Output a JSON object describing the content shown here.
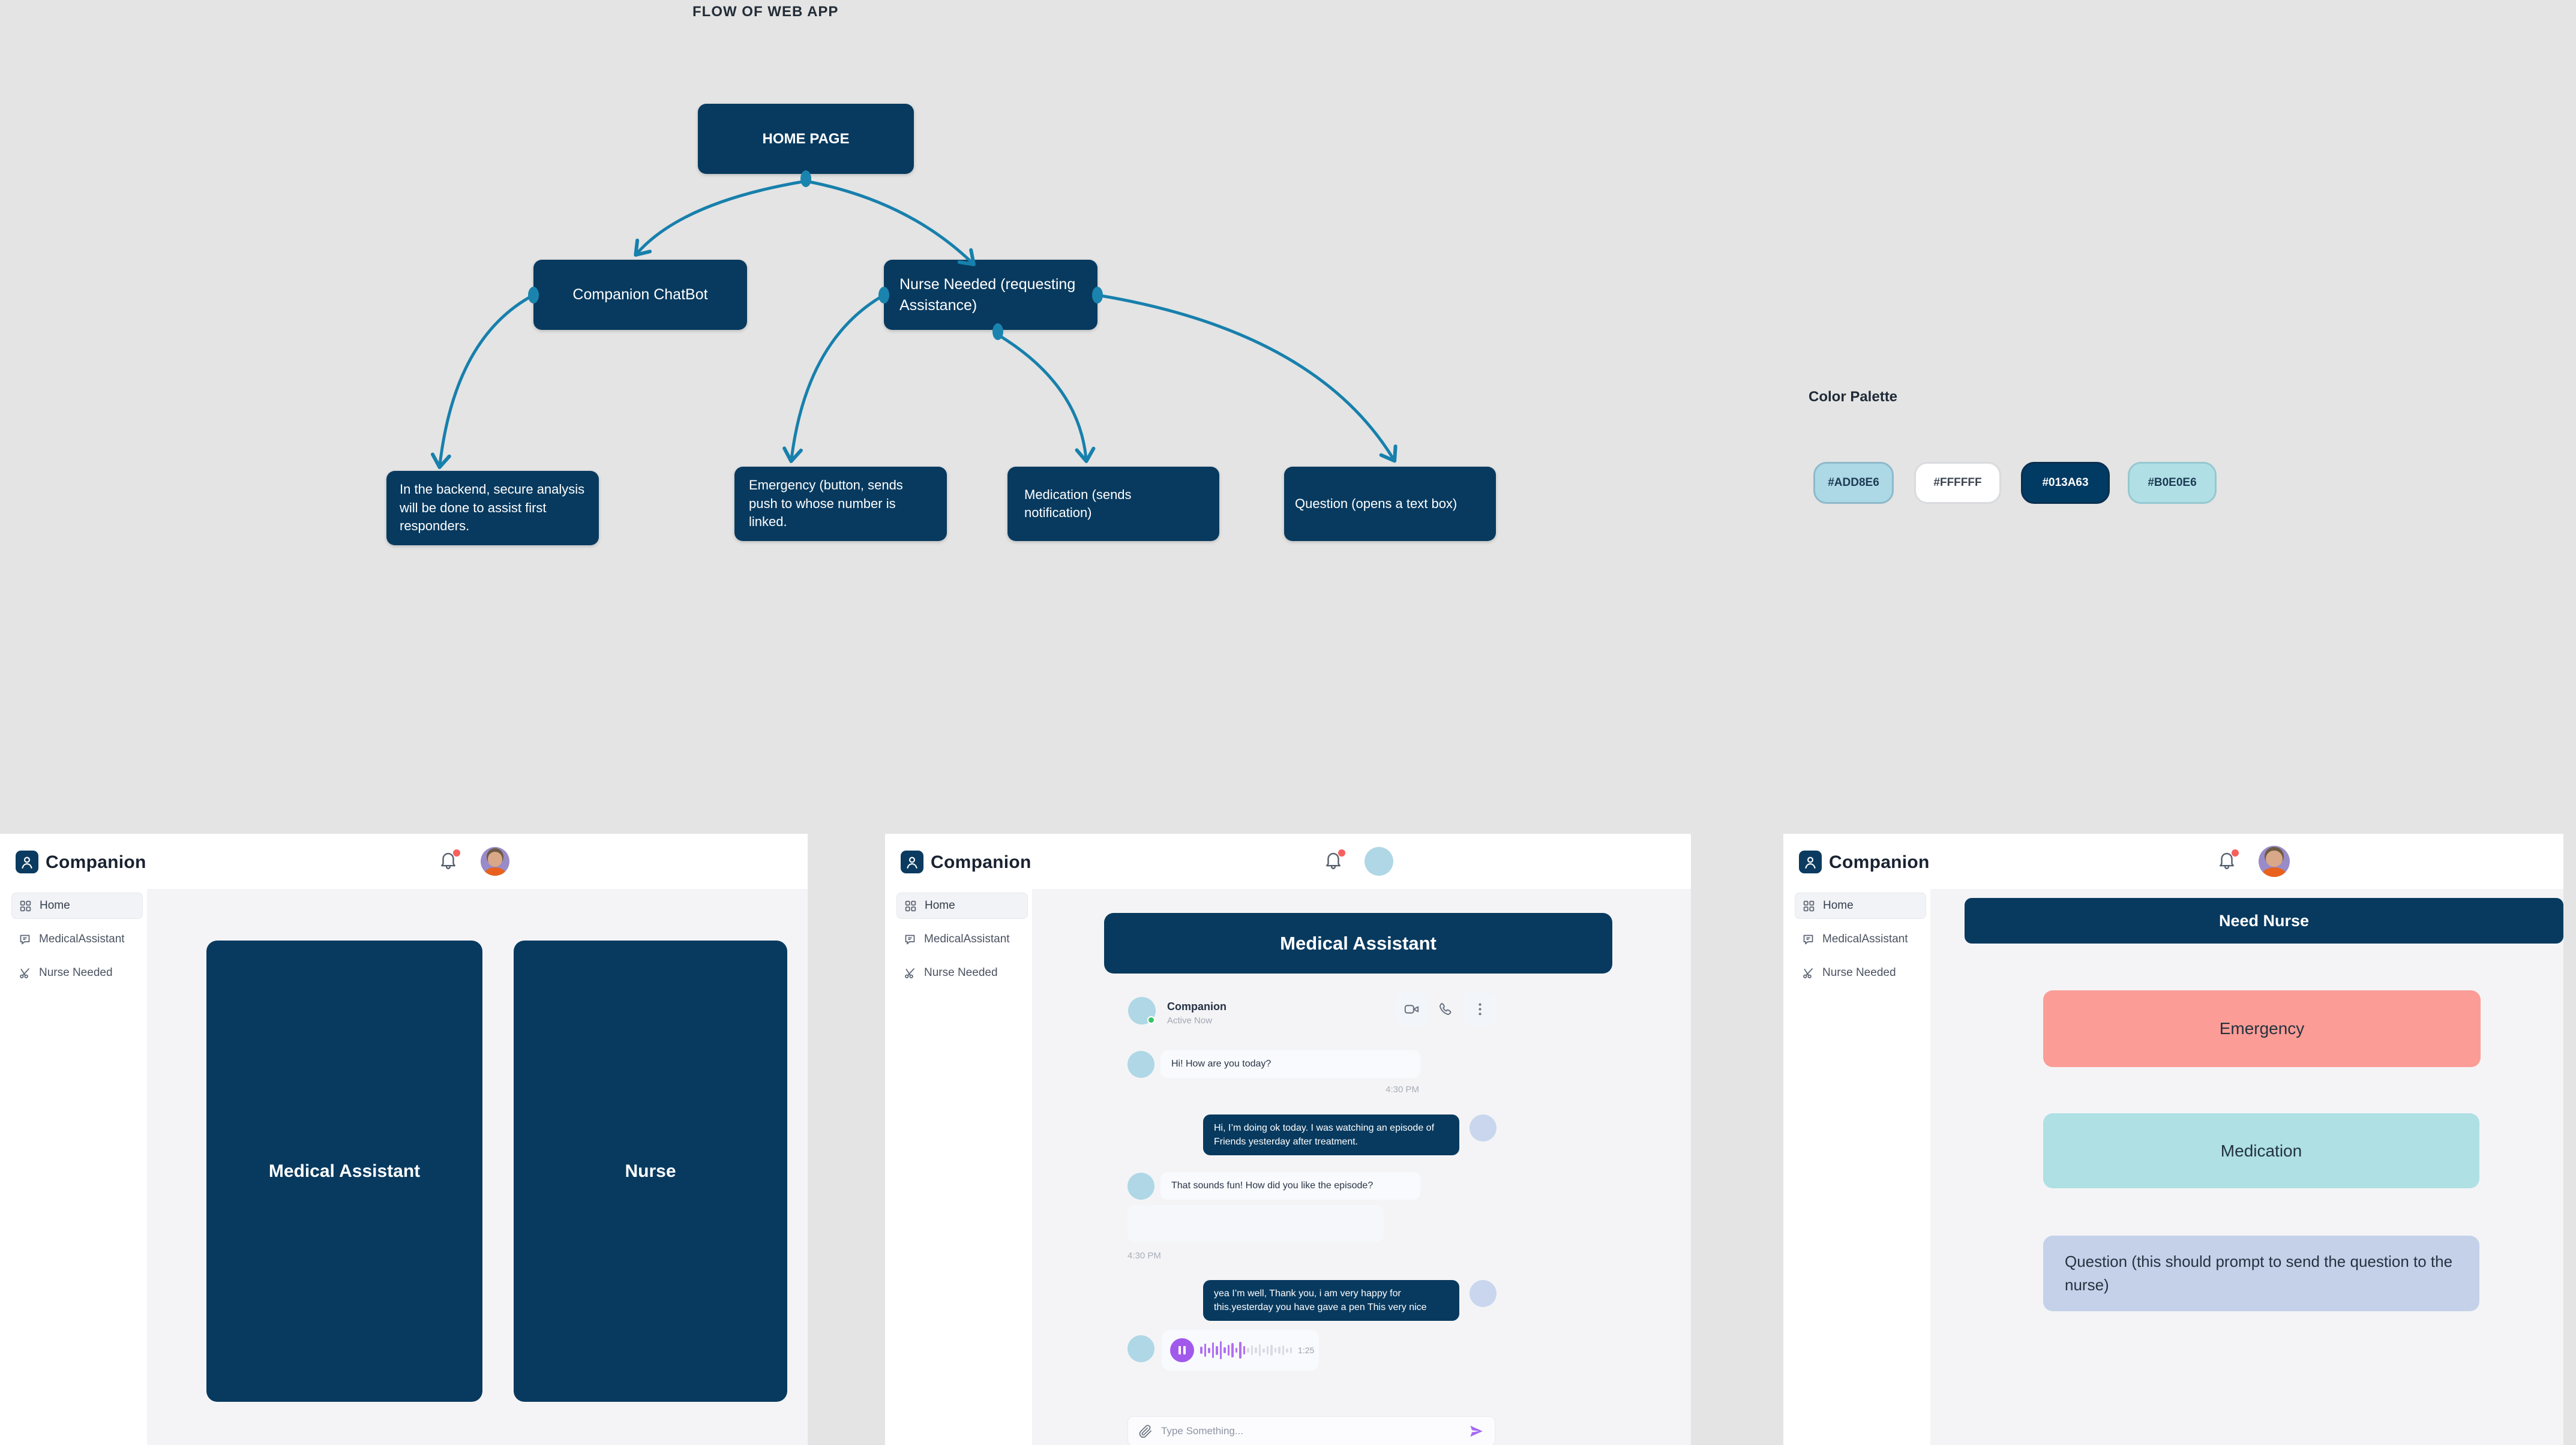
{
  "flow": {
    "title": "FLOW OF WEB APP",
    "nodes": {
      "home": "HOME PAGE",
      "chatbot": "Companion ChatBot",
      "nurse": "Nurse Needed (requesting Assistance)",
      "backend": "In the backend, secure analysis will be done to assist first responders.",
      "emergency": "Emergency (button, sends push to whose number is linked.",
      "medication": "Medication (sends notification)",
      "question": "Question (opens a text box)"
    }
  },
  "palette": {
    "title": "Color Palette",
    "chips": [
      {
        "label": "#ADD8E6",
        "hex": "#ADD8E6"
      },
      {
        "label": "#FFFFFF",
        "hex": "#FFFFFF"
      },
      {
        "label": "#013A63",
        "hex": "#013A63"
      },
      {
        "label": "#B0E0E6",
        "hex": "#B0E0E6"
      }
    ]
  },
  "sidebar": {
    "brand": "Companion",
    "items": [
      {
        "label": "Home"
      },
      {
        "label": "MedicalAssistant"
      },
      {
        "label": "Nurse Needed"
      }
    ]
  },
  "home_app": {
    "cards": [
      {
        "label": "Medical Assistant"
      },
      {
        "label": "Nurse"
      }
    ]
  },
  "chat_app": {
    "banner": "Medical Assistant",
    "contact": {
      "name": "Companion",
      "status": "Active Now"
    },
    "messages": [
      {
        "dir": "in",
        "text": "Hi! How are you today?"
      },
      {
        "dir": "time",
        "text": "4:30 PM"
      },
      {
        "dir": "out",
        "text": "Hi, I’m doing ok today. I was watching an episode of Friends yesterday after treatment."
      },
      {
        "dir": "in",
        "text": "That sounds fun! How did you like the episode?"
      },
      {
        "dir": "time",
        "text": "4:30 PM"
      },
      {
        "dir": "out",
        "text": "yea I’m well, Thank you, i am very happy for this.yesterday you have gave a pen This very nice"
      }
    ],
    "voice": {
      "duration": "1:25"
    },
    "input": {
      "placeholder": "Type Something..."
    }
  },
  "nurse_app": {
    "banner": "Need Nurse",
    "buttons": [
      {
        "label": "Emergency",
        "hex": "#FB9D96"
      },
      {
        "label": "Medication",
        "hex": "#AEE0E4"
      },
      {
        "label": "Question (this should prompt to send the question to the nurse)",
        "hex": "#C4D1E9"
      }
    ]
  },
  "colors": {
    "canvas_bg": "#E4E4E4",
    "node_navy": "#083A5F",
    "palette_navy": "#013A63",
    "arrow_teal": "#1780AC",
    "salmon": "#FB9D96",
    "light_teal": "#AEE0E4",
    "lavender": "#C4D1E9",
    "purple_accent": "#A159EC",
    "notification_red": "#F5615C",
    "online_green": "#37C464"
  }
}
